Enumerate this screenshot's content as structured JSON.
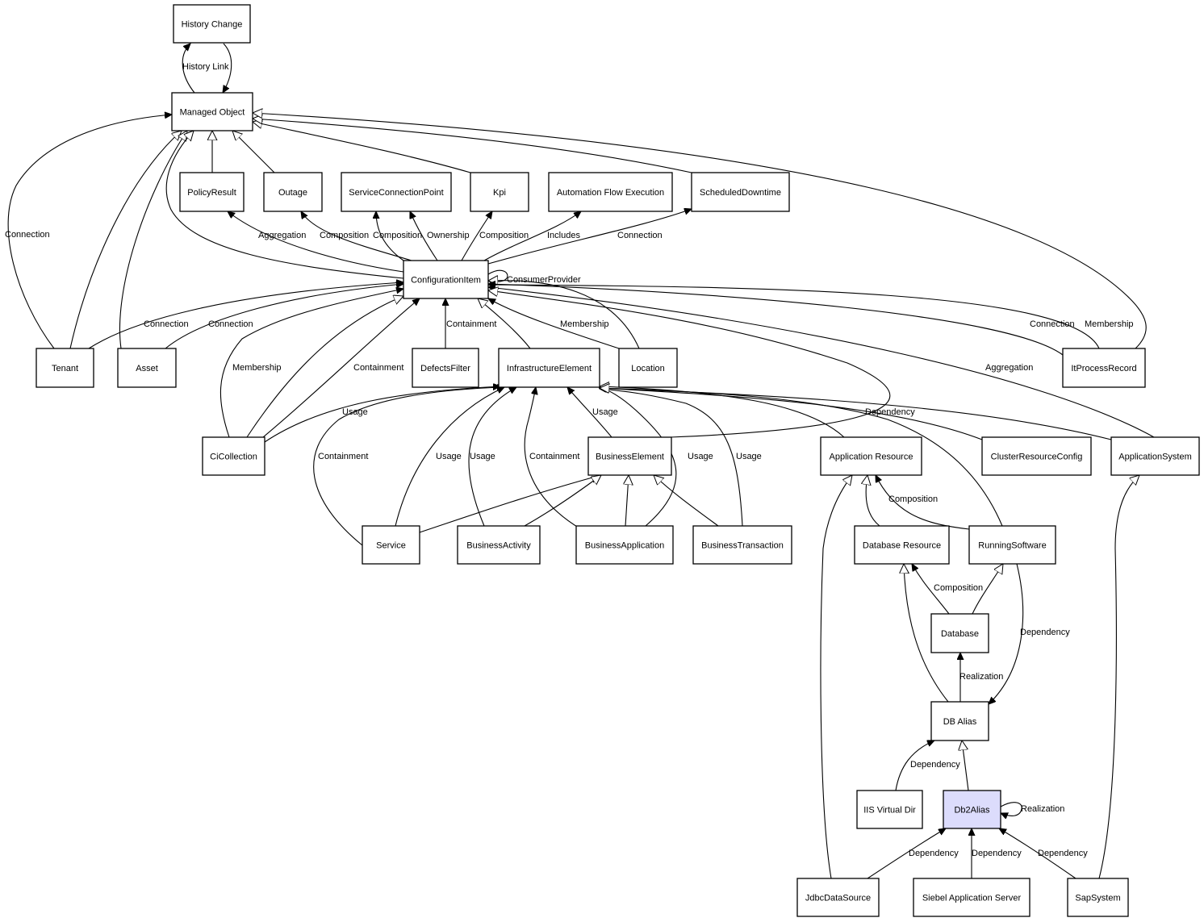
{
  "nodes": [
    {
      "id": "history_change",
      "label": "History Change"
    },
    {
      "id": "managed_object",
      "label": "Managed Object"
    },
    {
      "id": "policy_result",
      "label": "PolicyResult"
    },
    {
      "id": "outage",
      "label": "Outage"
    },
    {
      "id": "service_connection_point",
      "label": "ServiceConnectionPoint"
    },
    {
      "id": "kpi",
      "label": "Kpi"
    },
    {
      "id": "automation_flow_execution",
      "label": "Automation Flow Execution"
    },
    {
      "id": "scheduled_downtime",
      "label": "ScheduledDowntime"
    },
    {
      "id": "configuration_item",
      "label": "ConfigurationItem"
    },
    {
      "id": "tenant",
      "label": "Tenant"
    },
    {
      "id": "asset",
      "label": "Asset"
    },
    {
      "id": "defects_filter",
      "label": "DefectsFilter"
    },
    {
      "id": "infrastructure_element",
      "label": "InfrastructureElement"
    },
    {
      "id": "location",
      "label": "Location"
    },
    {
      "id": "it_process_record",
      "label": "ItProcessRecord"
    },
    {
      "id": "ci_collection",
      "label": "CiCollection"
    },
    {
      "id": "business_element",
      "label": "BusinessElement"
    },
    {
      "id": "application_resource",
      "label": "Application Resource"
    },
    {
      "id": "cluster_resource_config",
      "label": "ClusterResourceConfig"
    },
    {
      "id": "application_system",
      "label": "ApplicationSystem"
    },
    {
      "id": "service",
      "label": "Service"
    },
    {
      "id": "business_activity",
      "label": "BusinessActivity"
    },
    {
      "id": "business_application",
      "label": "BusinessApplication"
    },
    {
      "id": "business_transaction",
      "label": "BusinessTransaction"
    },
    {
      "id": "database_resource",
      "label": "Database Resource"
    },
    {
      "id": "running_software",
      "label": "RunningSoftware"
    },
    {
      "id": "database",
      "label": "Database"
    },
    {
      "id": "db_alias",
      "label": "DB Alias"
    },
    {
      "id": "iis_virtual_dir",
      "label": "IIS Virtual Dir"
    },
    {
      "id": "db2_alias",
      "label": "Db2Alias",
      "highlight": true
    },
    {
      "id": "jdbc_data_source",
      "label": "JdbcDataSource"
    },
    {
      "id": "siebel_application_server",
      "label": "Siebel Application Server"
    },
    {
      "id": "sap_system",
      "label": "SapSystem"
    }
  ],
  "edges": [
    {
      "id": "e_history_link",
      "label": "History Link",
      "kind": "association"
    },
    {
      "id": "e_history_link_back",
      "label": "",
      "kind": "association"
    },
    {
      "id": "e_tenant_mo_connection",
      "label": "Connection",
      "kind": "association"
    },
    {
      "id": "e_tenant_mo_gen",
      "label": "",
      "kind": "generalization"
    },
    {
      "id": "e_asset_mo_gen",
      "label": "",
      "kind": "generalization"
    },
    {
      "id": "e_ci_mo_gen",
      "label": "",
      "kind": "generalization"
    },
    {
      "id": "e_policy_mo_gen",
      "label": "",
      "kind": "generalization"
    },
    {
      "id": "e_outage_mo_gen",
      "label": "",
      "kind": "generalization"
    },
    {
      "id": "e_kpi_mo_gen",
      "label": "",
      "kind": "generalization"
    },
    {
      "id": "e_sched_mo_gen",
      "label": "",
      "kind": "generalization"
    },
    {
      "id": "e_itproc_mo_gen",
      "label": "",
      "kind": "generalization"
    },
    {
      "id": "e_ci_policy_aggregation",
      "label": "Aggregation",
      "kind": "association"
    },
    {
      "id": "e_ci_outage_composition",
      "label": "Composition",
      "kind": "association"
    },
    {
      "id": "e_ci_scp_composition",
      "label": "Composition",
      "kind": "association"
    },
    {
      "id": "e_ci_scp_ownership",
      "label": "Ownership",
      "kind": "association"
    },
    {
      "id": "e_ci_kpi_composition",
      "label": "Composition",
      "kind": "association"
    },
    {
      "id": "e_ci_afe_includes",
      "label": "Includes",
      "kind": "association"
    },
    {
      "id": "e_ci_sched_connection",
      "label": "Connection",
      "kind": "association"
    },
    {
      "id": "e_ci_consumer_provider",
      "label": "ConsumerProvider",
      "kind": "association"
    },
    {
      "id": "e_tenant_ci_connection",
      "label": "Connection",
      "kind": "association"
    },
    {
      "id": "e_asset_ci_connection",
      "label": "Connection",
      "kind": "association"
    },
    {
      "id": "e_cicoll_ci_membership",
      "label": "Membership",
      "kind": "association"
    },
    {
      "id": "e_cicoll_ci_gen",
      "label": "",
      "kind": "generalization"
    },
    {
      "id": "e_cicoll_ci_containment",
      "label": "Containment",
      "kind": "association"
    },
    {
      "id": "e_defects_ci_containment",
      "label": "Containment",
      "kind": "association"
    },
    {
      "id": "e_infra_ci_gen",
      "label": "",
      "kind": "generalization"
    },
    {
      "id": "e_location_ci_membership",
      "label": "Membership",
      "kind": "association"
    },
    {
      "id": "e_location_ci_gen",
      "label": "",
      "kind": "generalization"
    },
    {
      "id": "e_itproc_ci_connection",
      "label": "Connection",
      "kind": "association"
    },
    {
      "id": "e_itproc_ci_membership",
      "label": "Membership",
      "kind": "association"
    },
    {
      "id": "e_appsys_ci_aggregation",
      "label": "Aggregation",
      "kind": "association"
    },
    {
      "id": "e_busel_ci_gen",
      "label": "",
      "kind": "generalization"
    },
    {
      "id": "e_cicoll_infra_usage",
      "label": "Usage",
      "kind": "association"
    },
    {
      "id": "e_service_infra_containment",
      "label": "Containment",
      "kind": "association"
    },
    {
      "id": "e_service_infra_usage",
      "label": "Usage",
      "kind": "association"
    },
    {
      "id": "e_busact_infra_usage",
      "label": "Usage",
      "kind": "association"
    },
    {
      "id": "e_busapp_infra_containment",
      "label": "Containment",
      "kind": "association"
    },
    {
      "id": "e_busel_infra_usage",
      "label": "Usage",
      "kind": "association"
    },
    {
      "id": "e_busapp_infra_usage",
      "label": "Usage",
      "kind": "association"
    },
    {
      "id": "e_bustx_infra_usage",
      "label": "Usage",
      "kind": "association"
    },
    {
      "id": "e_appres_infra_gen",
      "label": "",
      "kind": "generalization"
    },
    {
      "id": "e_runsw_infra_dependency",
      "label": "Dependency",
      "kind": "association"
    },
    {
      "id": "e_cluster_infra_gen",
      "label": "",
      "kind": "generalization"
    },
    {
      "id": "e_appsys_infra_gen",
      "label": "",
      "kind": "generalization"
    },
    {
      "id": "e_service_busel_gen",
      "label": "",
      "kind": "generalization"
    },
    {
      "id": "e_busact_busel_gen",
      "label": "",
      "kind": "generalization"
    },
    {
      "id": "e_busapp_busel_gen",
      "label": "",
      "kind": "generalization"
    },
    {
      "id": "e_bustx_busel_gen",
      "label": "",
      "kind": "generalization"
    },
    {
      "id": "e_dbres_appres_gen",
      "label": "",
      "kind": "generalization"
    },
    {
      "id": "e_runsw_appres_composition",
      "label": "Composition",
      "kind": "association"
    },
    {
      "id": "e_jdbc_appres_gen",
      "label": "",
      "kind": "generalization"
    },
    {
      "id": "e_sap_appsys_gen",
      "label": "",
      "kind": "generalization"
    },
    {
      "id": "e_database_dbres_composition",
      "label": "Composition",
      "kind": "association"
    },
    {
      "id": "e_database_runsw_gen",
      "label": "",
      "kind": "generalization"
    },
    {
      "id": "e_dbalias_dbres_gen",
      "label": "",
      "kind": "generalization"
    },
    {
      "id": "e_runsw_dbalias_dependency",
      "label": "Dependency",
      "kind": "association"
    },
    {
      "id": "e_dbalias_database_realization",
      "label": "Realization",
      "kind": "association"
    },
    {
      "id": "e_iis_dbalias_dependency",
      "label": "Dependency",
      "kind": "association"
    },
    {
      "id": "e_db2_dbalias_gen",
      "label": "",
      "kind": "generalization"
    },
    {
      "id": "e_db2_realization",
      "label": "Realization",
      "kind": "association"
    },
    {
      "id": "e_jdbc_db2_dependency",
      "label": "Dependency",
      "kind": "association"
    },
    {
      "id": "e_siebel_db2_dependency",
      "label": "Dependency",
      "kind": "association"
    },
    {
      "id": "e_sap_db2_dependency",
      "label": "Dependency",
      "kind": "association"
    }
  ]
}
